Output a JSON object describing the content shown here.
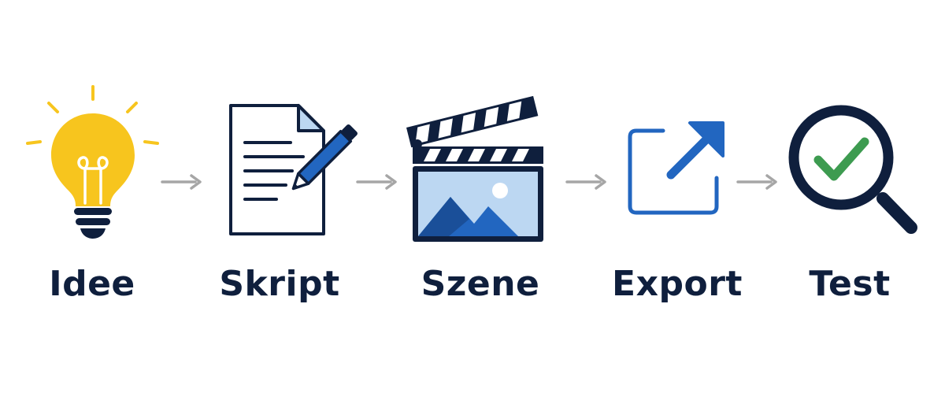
{
  "colors": {
    "navy": "#0f1f3d",
    "blue": "#2266c0",
    "light_blue": "#bcd7f2",
    "yellow": "#f7c51e",
    "green": "#3d9b50",
    "arrow_gray": "#a6a6a6"
  },
  "steps": [
    {
      "label": "Idee",
      "icon": "lightbulb-icon"
    },
    {
      "label": "Skript",
      "icon": "document-pencil-icon"
    },
    {
      "label": "Szene",
      "icon": "clapperboard-icon"
    },
    {
      "label": "Export",
      "icon": "export-icon"
    },
    {
      "label": "Test",
      "icon": "magnifier-check-icon"
    }
  ]
}
